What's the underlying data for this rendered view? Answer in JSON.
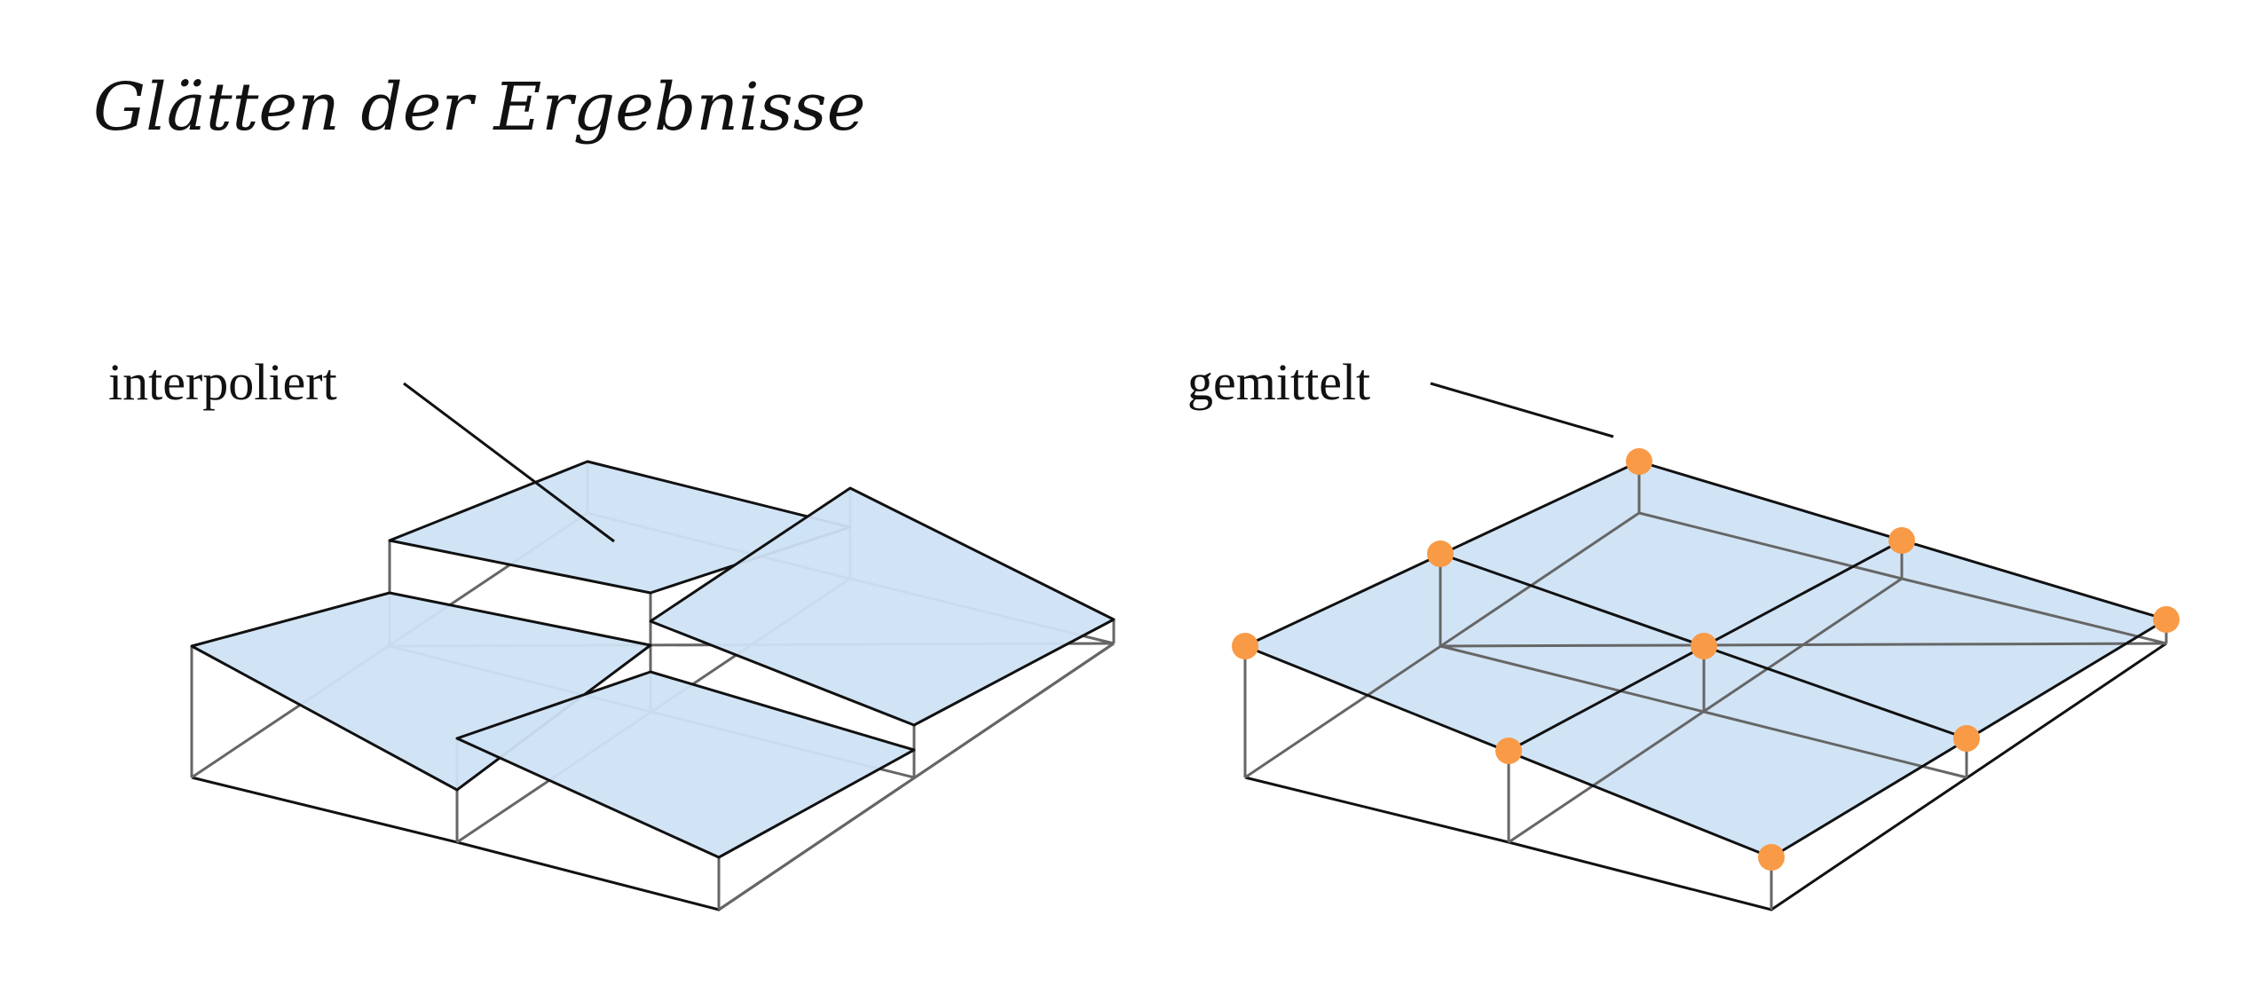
{
  "title": "Glätten der Ergebnisse",
  "left_label": "interpoliert",
  "right_label": "gemittelt",
  "colors": {
    "fill": "#cfe3f6",
    "edge": "#111111",
    "grid": "#666666",
    "node": "#f99a46"
  }
}
